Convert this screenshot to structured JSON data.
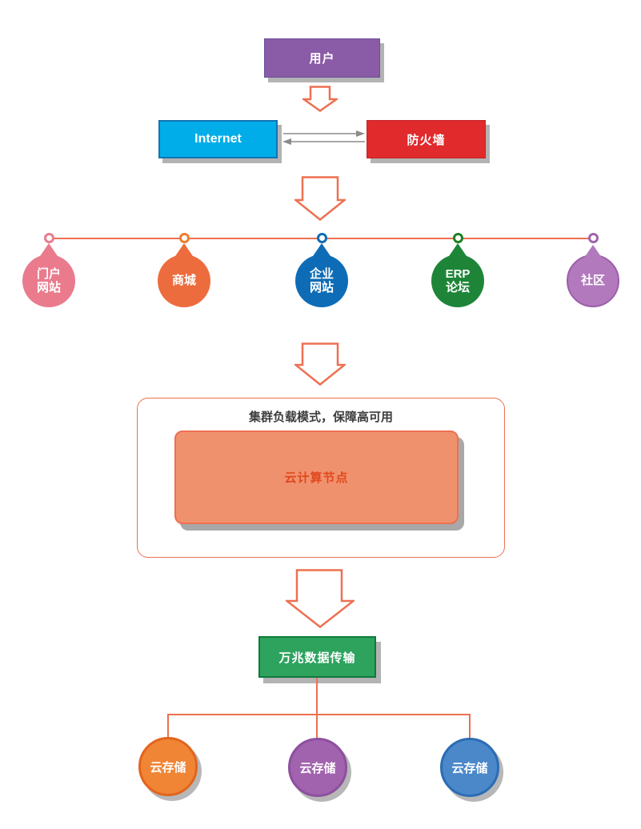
{
  "diagram": {
    "user_box": {
      "label": "用户",
      "fill": "#8a5ba6"
    },
    "internet_box": {
      "label": "Internet",
      "fill": "#00ade8"
    },
    "firewall_box": {
      "label": "防火墙",
      "fill": "#e02a2c"
    },
    "services": [
      {
        "line1": "门户",
        "line2": "网站",
        "fill": "#e97b8d",
        "ring": "#e97b8d"
      },
      {
        "line1": "商城",
        "line2": "",
        "fill": "#ed6c3e",
        "ring": "#ee7d2b"
      },
      {
        "line1": "企业",
        "line2": "网站",
        "fill": "#0e6cb6",
        "ring": "#0e6cb6"
      },
      {
        "line1": "ERP",
        "line2": "论坛",
        "fill": "#1e8538",
        "ring": "#1f8021"
      },
      {
        "line1": "社区",
        "line2": "",
        "fill": "#b279bd",
        "ring": "#a263ae",
        "border": "#9d5fa9"
      }
    ],
    "cluster": {
      "title": "集群负载模式，保障高可用",
      "frame_border": "#ed7051",
      "node_label": "云计算节点",
      "node_fill": "#f0916e",
      "node_border": "#ed7051",
      "node_text_color": "#e0481d"
    },
    "transfer_box": {
      "label": "万兆数据传输",
      "fill": "#2da35e"
    },
    "storage": [
      {
        "label": "云存储",
        "fill": "#f08535",
        "border": "#e2641c"
      },
      {
        "label": "云存储",
        "fill": "#a263ae",
        "border": "#8d4f9f"
      },
      {
        "label": "云存储",
        "fill": "#4a88c9",
        "border": "#2b6cb4"
      }
    ],
    "colors": {
      "accent_line": "#ed7051",
      "gray_arrow": "#8c8c8c"
    }
  }
}
